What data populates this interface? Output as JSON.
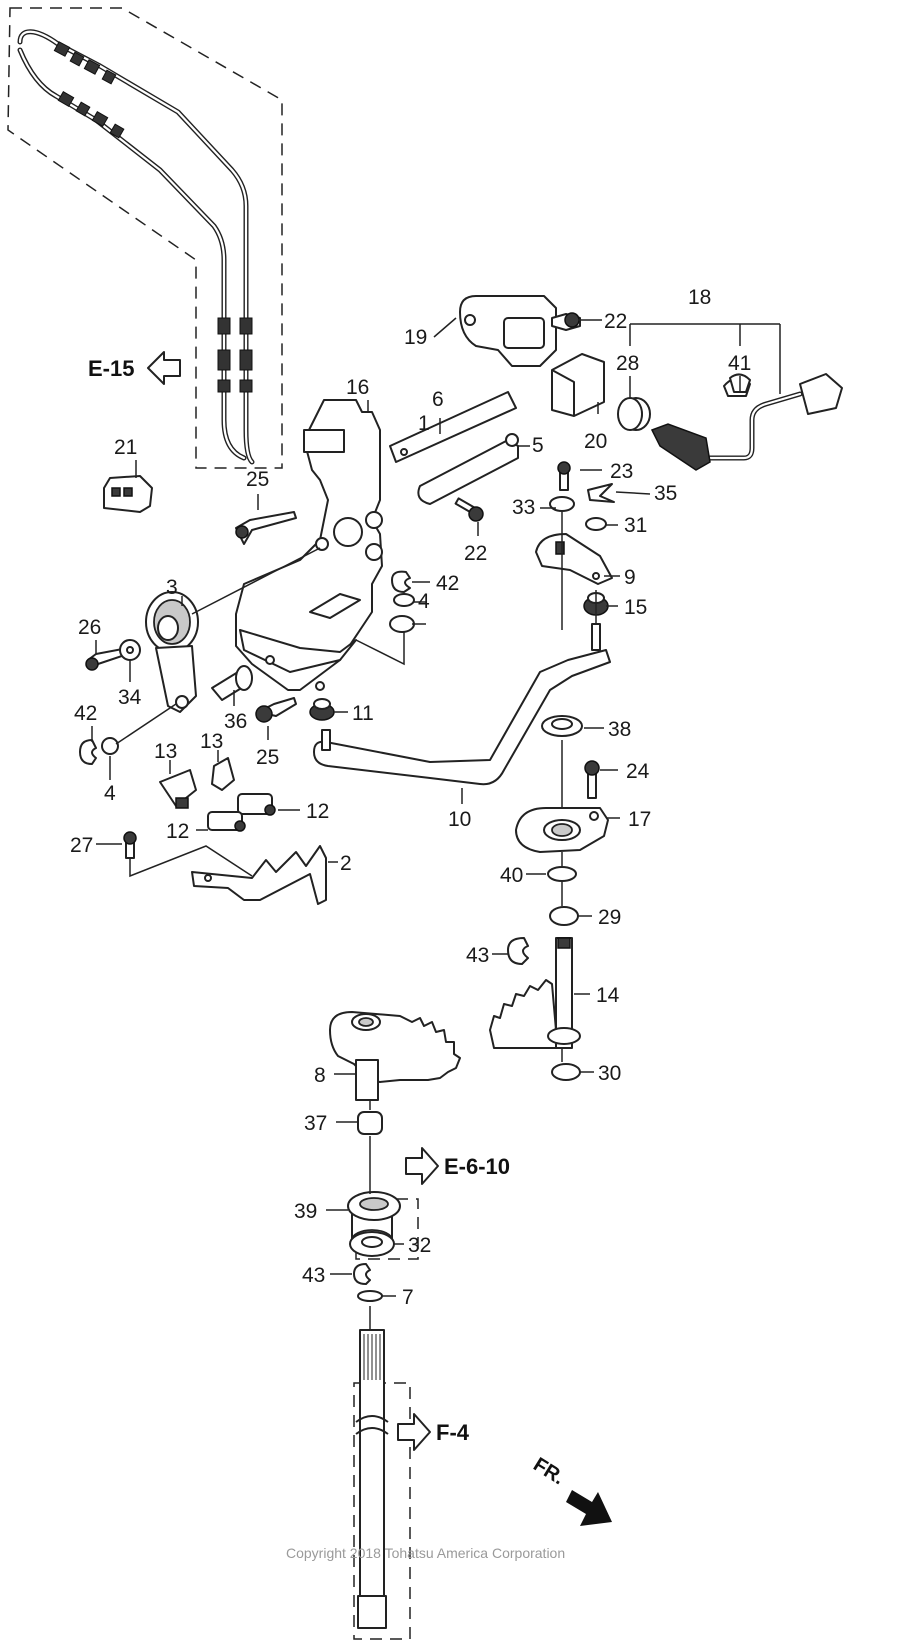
{
  "diagram": {
    "callouts": [
      "1",
      "2",
      "3",
      "4",
      "4",
      "5",
      "6",
      "7",
      "8",
      "9",
      "10",
      "11",
      "12",
      "12",
      "13",
      "13",
      "14",
      "15",
      "16",
      "17",
      "18",
      "19",
      "20",
      "21",
      "22",
      "22",
      "23",
      "24",
      "25",
      "25",
      "26",
      "27",
      "28",
      "29",
      "30",
      "31",
      "32",
      "33",
      "34",
      "35",
      "36",
      "37",
      "38",
      "39",
      "40",
      "41",
      "42",
      "42",
      "43",
      "43"
    ],
    "references": {
      "e15": "E-15",
      "e610": "E-6-10",
      "f4": "F-4"
    },
    "direction_label": "FR.",
    "copyright": "Copyright 2018 Tohatsu America Corporation"
  }
}
